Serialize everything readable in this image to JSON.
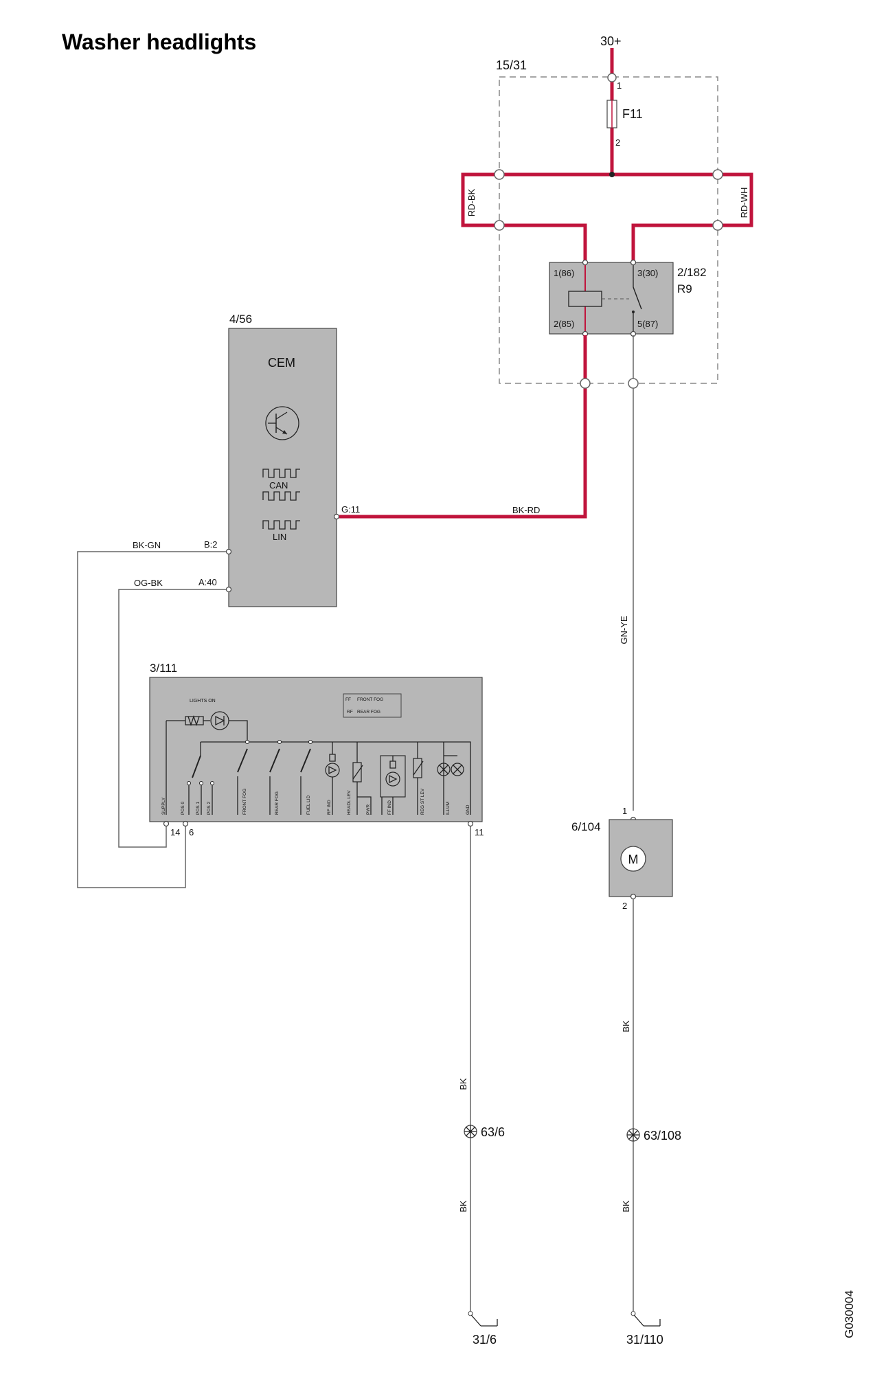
{
  "title": "Washer headlights",
  "power": {
    "label": "30+",
    "fuse_box": "15/31",
    "fuse": "F11",
    "fuse_pin_in": "1",
    "fuse_pin_out": "2"
  },
  "wires": {
    "rd_bk": "RD-BK",
    "rd_wh": "RD-WH",
    "bk_rd": "BK-RD",
    "gn_ye": "GN-YE",
    "bk_gn": "BK-GN",
    "og_bk": "OG-BK",
    "bk": "BK"
  },
  "relay": {
    "id": "2/182",
    "name": "R9",
    "pin_86": "1(86)",
    "pin_30": "3(30)",
    "pin_85": "2(85)",
    "pin_87": "5(87)"
  },
  "cem": {
    "id": "4/56",
    "name": "CEM",
    "can": "CAN",
    "lin": "LIN",
    "pin_g11": "G:11",
    "pin_b2": "B:2",
    "pin_a40": "A:40"
  },
  "switch_module": {
    "id": "3/111",
    "lights_on": "LIGHTS ON",
    "legend_ff": "FF",
    "legend_front_fog": "FRONT FOG",
    "legend_rf": "RF",
    "legend_rear_fog": "REAR FOG",
    "pins": [
      "SUPPLY",
      "POS 0",
      "POS 1",
      "POS 2",
      "FRONT FOG",
      "REAR FOG",
      "FUEL LID",
      "RF IND",
      "HEADL LEV",
      "PWR",
      "FF IND",
      "REG ST LEV",
      "ILLUM",
      "GND"
    ],
    "pin_14": "14",
    "pin_6": "6",
    "pin_11": "11"
  },
  "motor": {
    "id": "6/104",
    "pin1": "1",
    "pin2": "2",
    "symbol": "M"
  },
  "grounds": {
    "left_splice": "63/6",
    "right_splice": "63/108",
    "left_ground": "31/6",
    "right_ground": "31/110"
  },
  "figure_code": "G030004"
}
